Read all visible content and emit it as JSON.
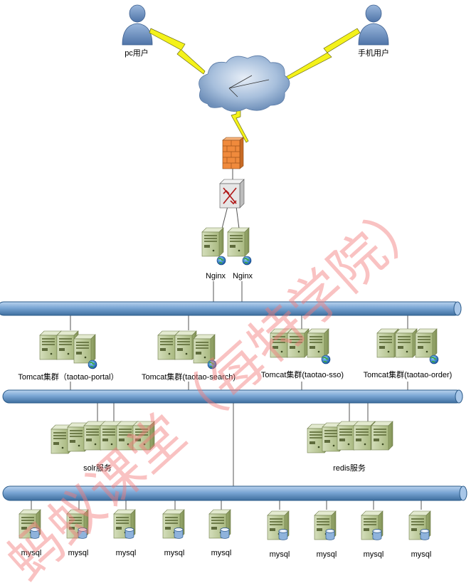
{
  "users": {
    "pc_label": "pc用户",
    "mobile_label": "手机用户"
  },
  "nginx": {
    "labels": [
      "Nginx",
      "Nginx"
    ]
  },
  "tomcat_clusters": [
    {
      "label": "Tomcat集群（taotao-portal）"
    },
    {
      "label": "Tomcat集群(taotao-search)"
    },
    {
      "label": "Tomcat集群(taotao-sso)"
    },
    {
      "label": "Tomcat集群(taotao-order)"
    }
  ],
  "services": {
    "solr_label": "solr服务",
    "redis_label": "redis服务"
  },
  "databases": [
    "mysql",
    "mysql",
    "mysql",
    "mysql",
    "mysql",
    "mysql",
    "mysql",
    "mysql",
    "mysql"
  ],
  "watermark": "蚂蚁课堂（每特学院）",
  "colors": {
    "bus": "#6d9fcf",
    "bus_border": "#2b5b8a",
    "server_body": "#b9c98e",
    "lightning": "#f4f21a",
    "firewall": "#f08a3c",
    "cloud": "#9fb8d8",
    "user": "#6f93c5"
  }
}
